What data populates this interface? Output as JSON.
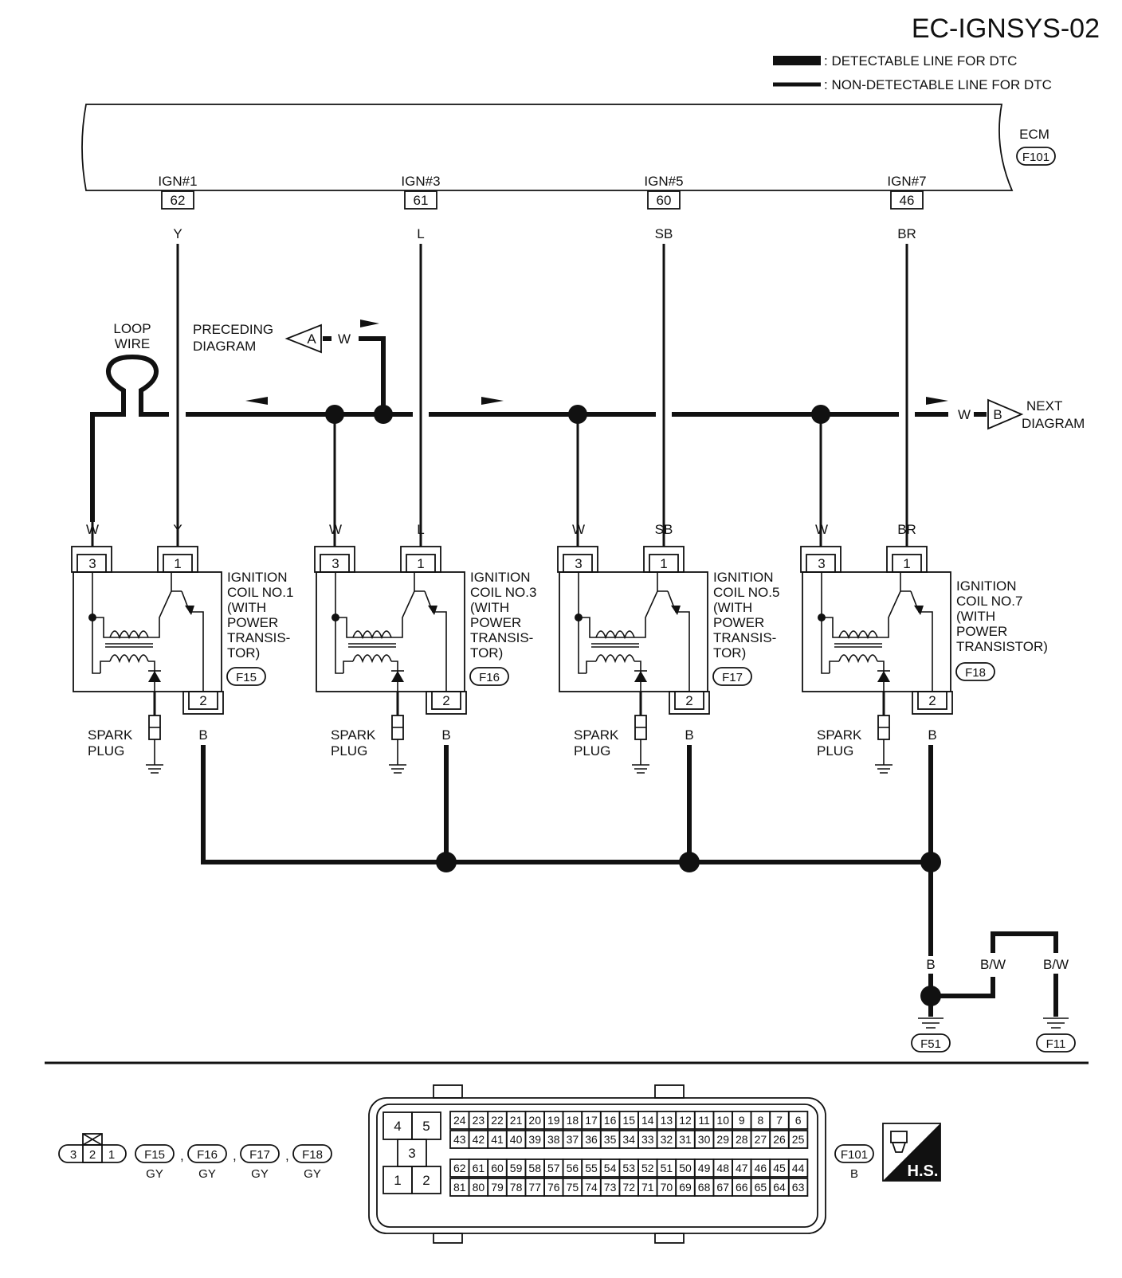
{
  "title": "EC-IGNSYS-02",
  "legend": {
    "detectable": ": DETECTABLE LINE FOR DTC",
    "non_detectable": ": NON-DETECTABLE LINE FOR DTC"
  },
  "ecm": {
    "label": "ECM",
    "connector": "F101"
  },
  "ecm_pins": [
    {
      "name": "IGN#1",
      "pin": "62",
      "wire": "Y"
    },
    {
      "name": "IGN#3",
      "pin": "61",
      "wire": "L"
    },
    {
      "name": "IGN#5",
      "pin": "60",
      "wire": "SB"
    },
    {
      "name": "IGN#7",
      "pin": "46",
      "wire": "BR"
    }
  ],
  "loop_wire": {
    "line1": "LOOP",
    "line2": "WIRE"
  },
  "preceding": {
    "line1": "PRECEDING",
    "line2": "DIAGRAM",
    "marker": "A",
    "wire": "W"
  },
  "next": {
    "line1": "NEXT",
    "line2": "DIAGRAM",
    "marker": "B",
    "wire": "W"
  },
  "coils": [
    {
      "lines": [
        "IGNITION",
        "COIL NO.1",
        "(WITH",
        " POWER",
        " TRANSIS-",
        " TOR)"
      ],
      "connector": "F15",
      "pin3": "3",
      "pin1": "1",
      "pin2": "2",
      "wire3": "W",
      "wire1": "Y",
      "wire2": "B",
      "spark1": "SPARK",
      "spark2": "PLUG"
    },
    {
      "lines": [
        "IGNITION",
        "COIL NO.3",
        "(WITH",
        " POWER",
        " TRANSIS-",
        " TOR)"
      ],
      "connector": "F16",
      "pin3": "3",
      "pin1": "1",
      "pin2": "2",
      "wire3": "W",
      "wire1": "L",
      "wire2": "B",
      "spark1": "SPARK",
      "spark2": "PLUG"
    },
    {
      "lines": [
        "IGNITION",
        "COIL NO.5",
        "(WITH",
        " POWER",
        " TRANSIS-",
        " TOR)"
      ],
      "connector": "F17",
      "pin3": "3",
      "pin1": "1",
      "pin2": "2",
      "wire3": "W",
      "wire1": "SB",
      "wire2": "B",
      "spark1": "SPARK",
      "spark2": "PLUG"
    },
    {
      "lines": [
        "IGNITION",
        "COIL NO.7",
        "(WITH",
        " POWER",
        " TRANSISTOR)"
      ],
      "connector": "F18",
      "pin3": "3",
      "pin1": "1",
      "pin2": "2",
      "wire3": "W",
      "wire1": "BR",
      "wire2": "B",
      "spark1": "SPARK",
      "spark2": "PLUG"
    }
  ],
  "ground": {
    "wire_b": "B",
    "wire_bw1": "B/W",
    "wire_bw2": "B/W",
    "g1": "F51",
    "g2": "F11"
  },
  "footer": {
    "coil_connector_pins": [
      "3",
      "2",
      "1"
    ],
    "coil_connectors": [
      {
        "id": "F15",
        "color": "GY"
      },
      {
        "id": "F16",
        "color": "GY"
      },
      {
        "id": "F17",
        "color": "GY"
      },
      {
        "id": "F18",
        "color": "GY"
      }
    ],
    "ecm_small_top": [
      "4",
      "5"
    ],
    "ecm_small_mid": "3",
    "ecm_small_bottom": [
      "1",
      "2"
    ],
    "ecm_row1": [
      "24",
      "23",
      "22",
      "21",
      "20",
      "19",
      "18",
      "17",
      "16",
      "15",
      "14",
      "13",
      "12",
      "11",
      "10",
      "9",
      "8",
      "7",
      "6"
    ],
    "ecm_row2": [
      "43",
      "42",
      "41",
      "40",
      "39",
      "38",
      "37",
      "36",
      "35",
      "34",
      "33",
      "32",
      "31",
      "30",
      "29",
      "28",
      "27",
      "26",
      "25"
    ],
    "ecm_row3": [
      "62",
      "61",
      "60",
      "59",
      "58",
      "57",
      "56",
      "55",
      "54",
      "53",
      "52",
      "51",
      "50",
      "49",
      "48",
      "47",
      "46",
      "45",
      "44"
    ],
    "ecm_row4": [
      "81",
      "80",
      "79",
      "78",
      "77",
      "76",
      "75",
      "74",
      "73",
      "72",
      "71",
      "70",
      "69",
      "68",
      "67",
      "66",
      "65",
      "64",
      "63"
    ],
    "ecm_connector": "F101",
    "ecm_color": "B",
    "hs_label": "H.S."
  }
}
